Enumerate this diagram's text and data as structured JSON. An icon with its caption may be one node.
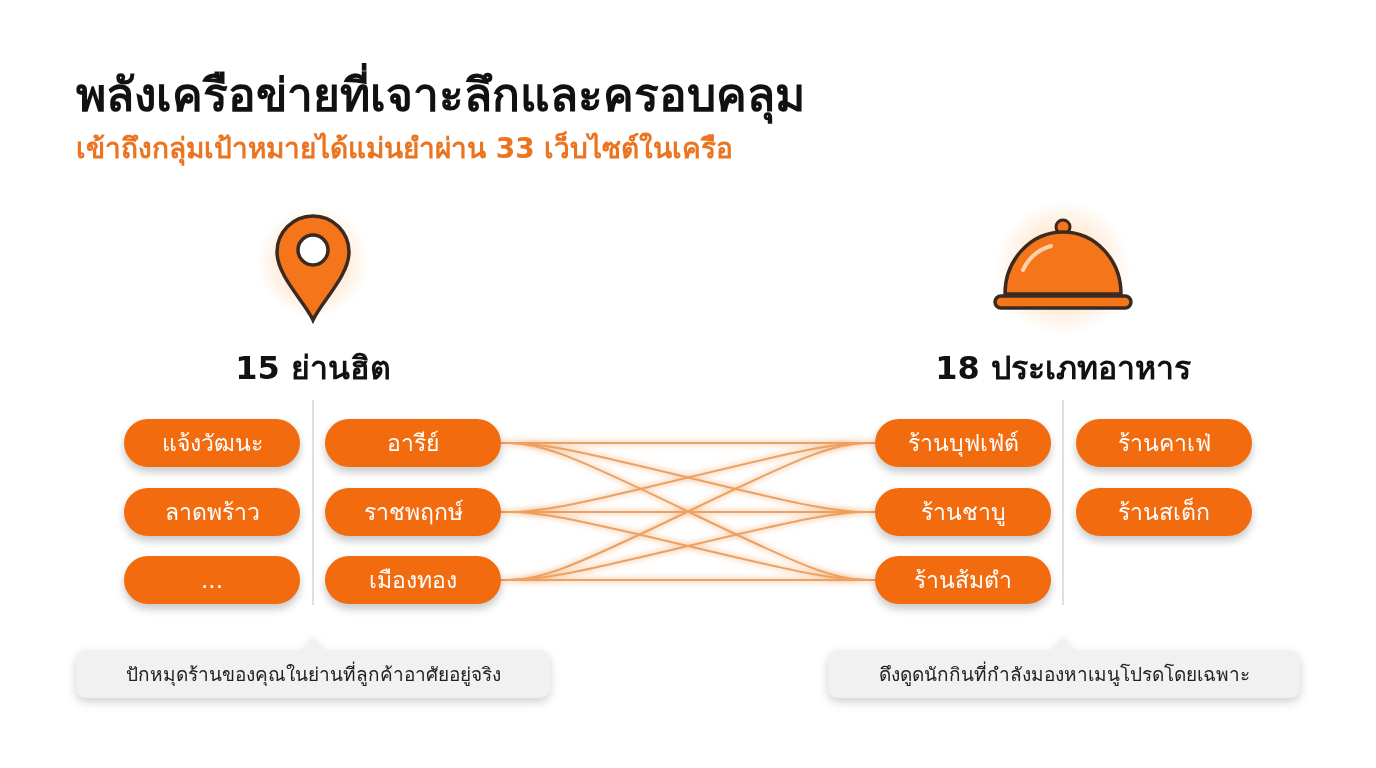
{
  "diagram": {
    "title": "พลังเครือข่ายที่เจาะลึกและครอบคลุม",
    "nodes": [
      {
        "text": [
          "แจ้งวัฒนะ"
        ]
      },
      {
        "text": [
          "ลาดพร้าว"
        ]
      },
      {
        "text": [
          "..."
        ]
      },
      {
        "text": [
          "อารีย์"
        ]
      },
      {
        "text": [
          "ราชพฤกษ์"
        ]
      },
      {
        "text": [
          "เมืองทอง"
        ]
      },
      {
        "text": [
          "ร้านบุฟเฟ่ต์"
        ]
      },
      {
        "text": [
          "ร้านชาบู"
        ]
      },
      {
        "text": [
          "ร้านส้มตำ"
        ]
      },
      {
        "text": [
          "ร้านคาเฟ่"
        ]
      },
      {
        "text": [
          "ร้านสเต็ก"
        ]
      },
      {
        "text": [
          "ปักหมุดร้านของคุณในย่านที่ลูกค้าอาศัยอยู่จริง"
        ]
      },
      {
        "text": [
          "ดึงดูดนักกินที่กำลังมองหาเมนูโปรดโดยเฉพาะ"
        ]
      }
    ],
    "edges": [
      {
        "from": 3,
        "to": 6,
        "arrow": "none"
      },
      {
        "from": 3,
        "to": 7,
        "arrow": "none"
      },
      {
        "from": 3,
        "to": 8,
        "arrow": "none"
      },
      {
        "from": 4,
        "to": 6,
        "arrow": "none"
      },
      {
        "from": 4,
        "to": 7,
        "arrow": "none"
      },
      {
        "from": 4,
        "to": 8,
        "arrow": "none"
      },
      {
        "from": 5,
        "to": 6,
        "arrow": "none"
      },
      {
        "from": 5,
        "to": 7,
        "arrow": "none"
      },
      {
        "from": 5,
        "to": 8,
        "arrow": "none"
      }
    ],
    "labels": [
      "เข้าถึงกลุ่มเป้าหมายได้แม่นยำผ่าน 33 เว็บไซต์ในเครือ",
      "15 ย่านฮิต",
      "18 ประเภทอาหาร"
    ]
  }
}
